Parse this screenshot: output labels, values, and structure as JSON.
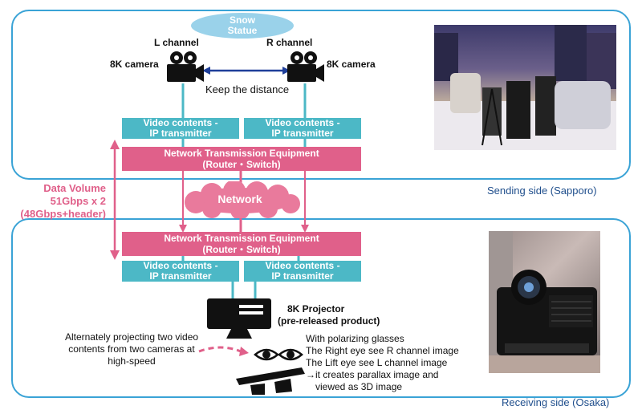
{
  "snow_statue": {
    "line1": "Snow",
    "line2": "Statue"
  },
  "l_channel": "L channel",
  "r_channel": "R channel",
  "camera_label_left": "8K camera",
  "camera_label_right": "8K camera",
  "keep_distance": "Keep the distance",
  "transmitter": {
    "line1": "Video contents  -",
    "line2": "IP transmitter"
  },
  "network_equipment": {
    "line1": "Network Transmission Equipment",
    "line2": "(Router・Switch)"
  },
  "network": "Network",
  "data_volume": {
    "line1": "Data Volume",
    "line2": "51Gbps x 2",
    "line3": "(48Gbps+header)"
  },
  "sending_side": "Sending side (Sapporo)",
  "receiving_side": "Receiving side (Osaka)",
  "projector": {
    "line1": "8K Projector",
    "line2": "(pre-released product)"
  },
  "alternately": {
    "line1": "Alternately projecting two video",
    "line2": "contents from two cameras at",
    "line3": "high-speed"
  },
  "glasses_text": {
    "line1": "With polarizing glasses",
    "line2": "The Right eye see R channel image",
    "line3": "The Lift eye see L channel image",
    "line4": "→it creates parallax image and",
    "line5": "viewed as 3D image"
  },
  "colors": {
    "border": "#3aa3d6",
    "teal": "#4cb8c6",
    "pink": "#e0608a",
    "side_label": "#1f4e8c",
    "cloud": "#e97a9c",
    "statue": "#9ad2ea",
    "blue_arrow": "#1f3f9a"
  },
  "icons": [
    "video-camera-icon",
    "projector-icon",
    "eye-icon",
    "3d-glasses-icon",
    "cloud-icon"
  ]
}
